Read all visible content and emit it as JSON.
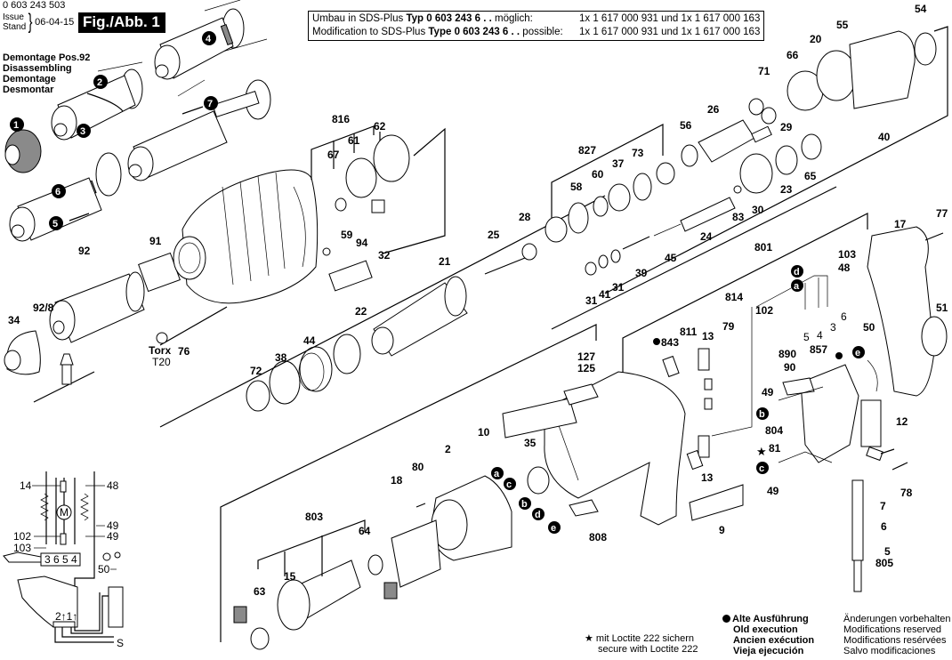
{
  "header": {
    "doc_number": "0 603 243 503",
    "issue_labels": [
      "Issue",
      "Stand"
    ],
    "issue_date": "06-04-15",
    "figure_label": "Fig./Abb. 1"
  },
  "disassembly_note": {
    "lines": [
      "Demontage Pos.92",
      "Disassembling",
      "Demontage",
      "Desmontar"
    ]
  },
  "modification_box": {
    "rows": [
      {
        "prefix": "Umbau in SDS-Plus ",
        "type_bold": "Typ 0 603 243 6 . .",
        "suffix": " möglich:",
        "parts": "1x 1 617 000 931 und 1x 1 617 000 163"
      },
      {
        "prefix": "Modification to SDS-Plus ",
        "type_bold": "Type 0 603 243 6 . .",
        "suffix": " possible:",
        "parts": "1x 1 617 000 931 und 1x 1 617 000 163"
      }
    ]
  },
  "disassembly_steps": [
    "1",
    "2",
    "3",
    "4",
    "5",
    "6",
    "7"
  ],
  "connector_markers": [
    "a",
    "b",
    "c",
    "d",
    "e"
  ],
  "torx": {
    "label": "Torx",
    "size": "T20"
  },
  "part_labels": {
    "p816": "816",
    "p67": "67",
    "p61": "61",
    "p62": "62",
    "p59": "59",
    "p94": "94",
    "p32": "32",
    "p91": "91",
    "p92": "92",
    "p92_8": "92/8",
    "p34": "34",
    "p76": "76",
    "p25": "25",
    "p28": "28",
    "p21": "21",
    "p22": "22",
    "p44": "44",
    "p38": "38",
    "p72": "72",
    "p827": "827",
    "p58": "58",
    "p60": "60",
    "p37": "37",
    "p73": "73",
    "p56": "56",
    "p26": "26",
    "p71": "71",
    "p29": "29",
    "p66": "66",
    "p20": "20",
    "p55": "55",
    "p54": "54",
    "p40": "40",
    "p65": "65",
    "p23": "23",
    "p30": "30",
    "p83": "83",
    "p24": "24",
    "p45": "45",
    "p39": "39",
    "p31a": "31",
    "p41": "41",
    "p31b": "31",
    "p17": "17",
    "p77": "77",
    "p801": "801",
    "p103": "103",
    "p48": "48",
    "p51": "51",
    "p814": "814",
    "p79": "79",
    "p102": "102",
    "p13a": "13",
    "p811": "811",
    "p843": "843",
    "p127": "127",
    "p125": "125",
    "p10": "10",
    "p50": "50",
    "p890": "890",
    "p90": "90",
    "p857": "857",
    "p49a": "49",
    "p804": "804",
    "p81": "81",
    "p12": "12",
    "p49b": "49",
    "p7": "7",
    "p78": "78",
    "p6": "6",
    "p5": "5",
    "p805": "805",
    "p35": "35",
    "p13b": "13",
    "p808": "808",
    "p9": "9",
    "p2": "2",
    "p80": "80",
    "p18": "18",
    "p803": "803",
    "p64": "64",
    "p15": "15",
    "p63": "63",
    "term5": "5",
    "term4": "4",
    "term3": "3",
    "term6": "6"
  },
  "wiring_schematic": {
    "labels": [
      "14",
      "48",
      "49",
      "102",
      "49",
      "103",
      "50"
    ],
    "motor_symbol": "M",
    "terminal_block": [
      "3",
      "6",
      "5",
      "4"
    ],
    "switch_terminals": "2↑1↑",
    "supply_symbol": "S"
  },
  "legend": {
    "old_execution": [
      "Alte Ausführung",
      "Old execution",
      "Ancien exécution",
      "Vieja ejecución"
    ],
    "modifications": [
      "Änderungen vorbehalten",
      "Modifications reserved",
      "Modifications resérvées",
      "Salvo modificaciones"
    ],
    "loctite": [
      "mit Loctite 222 sichern",
      "secure with Loctite 222"
    ]
  }
}
